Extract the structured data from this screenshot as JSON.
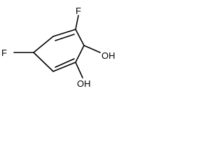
{
  "molecule": {
    "labels": {
      "f_top": "F",
      "f_left": "F",
      "oh_right": "OH",
      "oh_bottom": "OH"
    }
  }
}
